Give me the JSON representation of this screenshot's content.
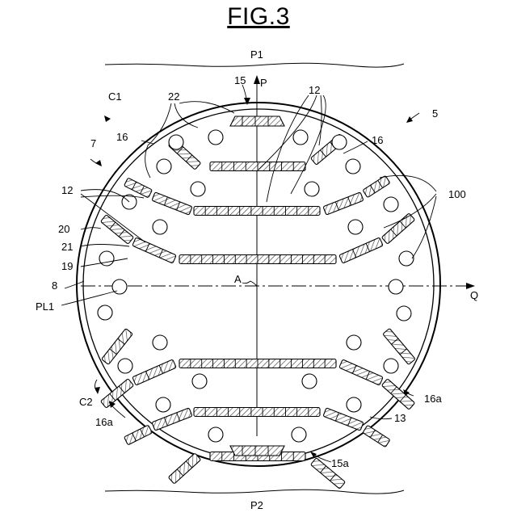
{
  "figure": {
    "title": "FIG.3"
  },
  "labels": {
    "p1": "P1",
    "p2": "P2",
    "p_axis": "P",
    "q_axis": "Q",
    "a": "A",
    "c1": "C1",
    "c2": "C2",
    "n5": "5",
    "n7": "7",
    "n8": "8",
    "n12_left": "12",
    "n12_top": "12",
    "n13": "13",
    "n15": "15",
    "n15a": "15a",
    "n16_left": "16",
    "n16_right": "16",
    "n16a_left": "16a",
    "n16a_right": "16a",
    "n19": "19",
    "n20": "20",
    "n21": "21",
    "n22": "22",
    "n100": "100",
    "pl1": "PL1"
  },
  "colors": {
    "line": "#000000",
    "hatch": "#555555",
    "background": "#ffffff"
  }
}
